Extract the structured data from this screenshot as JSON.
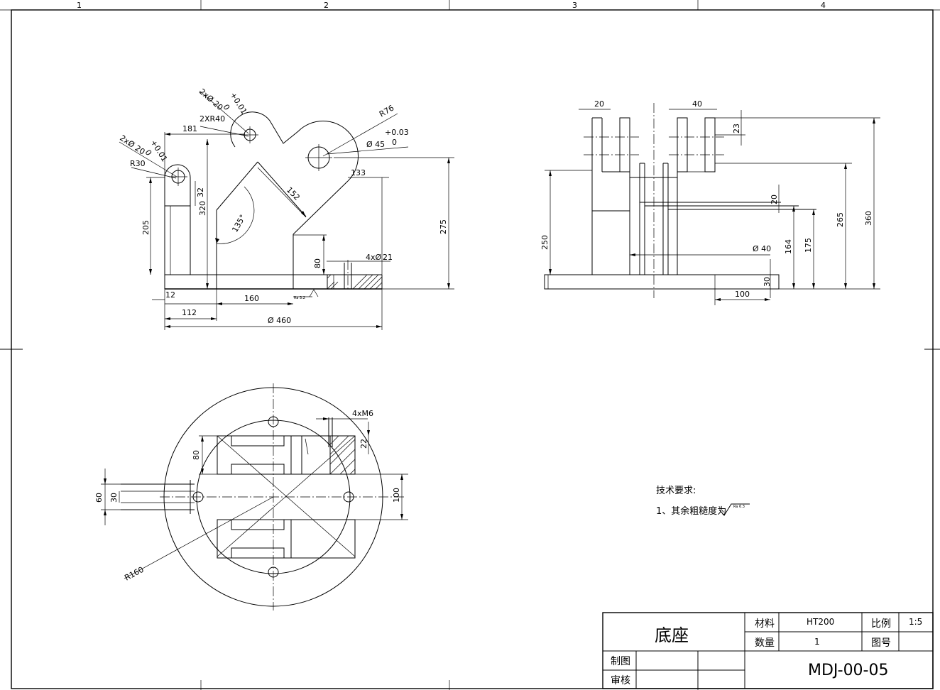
{
  "border": {
    "zones": [
      "1",
      "2",
      "3",
      "4"
    ]
  },
  "front_view": {
    "labels": {
      "hole_small": "2xØ 20",
      "hole_small_tol_upper": "+0.01",
      "hole_small_tol_lower": "0",
      "rib_radius": "2XR40",
      "hole_left": "2xØ 20",
      "hole_left_tol_upper": "+0.01",
      "hole_left_tol_lower": "0",
      "r30": "R30",
      "r76": "R76",
      "hole_big": "Ø 45",
      "hole_big_tol_upper": "+0.03",
      "hole_big_tol_lower": "0",
      "d181": "181",
      "d133": "133",
      "d152": "152",
      "angle": "135°",
      "d32": "32",
      "d320": "320",
      "d205": "205",
      "d275": "275",
      "d80": "80",
      "holes": "4xØ",
      "d21": "21",
      "d12": "12",
      "d160": "160",
      "d112": "112",
      "d460": "Ø 460",
      "roughness": "Ra 3.2"
    }
  },
  "side_view": {
    "labels": {
      "d20_top": "20",
      "d40": "40",
      "d23": "23",
      "d360": "360",
      "d265": "265",
      "d250": "250",
      "d20_mid": "20",
      "d175": "175",
      "d164": "164",
      "d_phi40": "Ø 40",
      "d30": "30",
      "d100": "100"
    }
  },
  "top_view": {
    "labels": {
      "thread": "4xM6",
      "d22": "22",
      "d80": "80",
      "d60": "60",
      "d30": "30",
      "d100": "100",
      "r160": "R160"
    }
  },
  "notes": {
    "title": "技术要求:",
    "item1": "1、其余粗糙度为",
    "roughness": "Ra 6.3"
  },
  "title_block": {
    "part_name": "底座",
    "material_label": "材料",
    "material_value": "HT200",
    "scale_label": "比例",
    "scale_value": "1:5",
    "quantity_label": "数量",
    "quantity_value": "1",
    "drawing_no_label": "图号",
    "drawn_label": "制图",
    "checked_label": "审核",
    "drawing_number": "MDJ-00-05"
  }
}
